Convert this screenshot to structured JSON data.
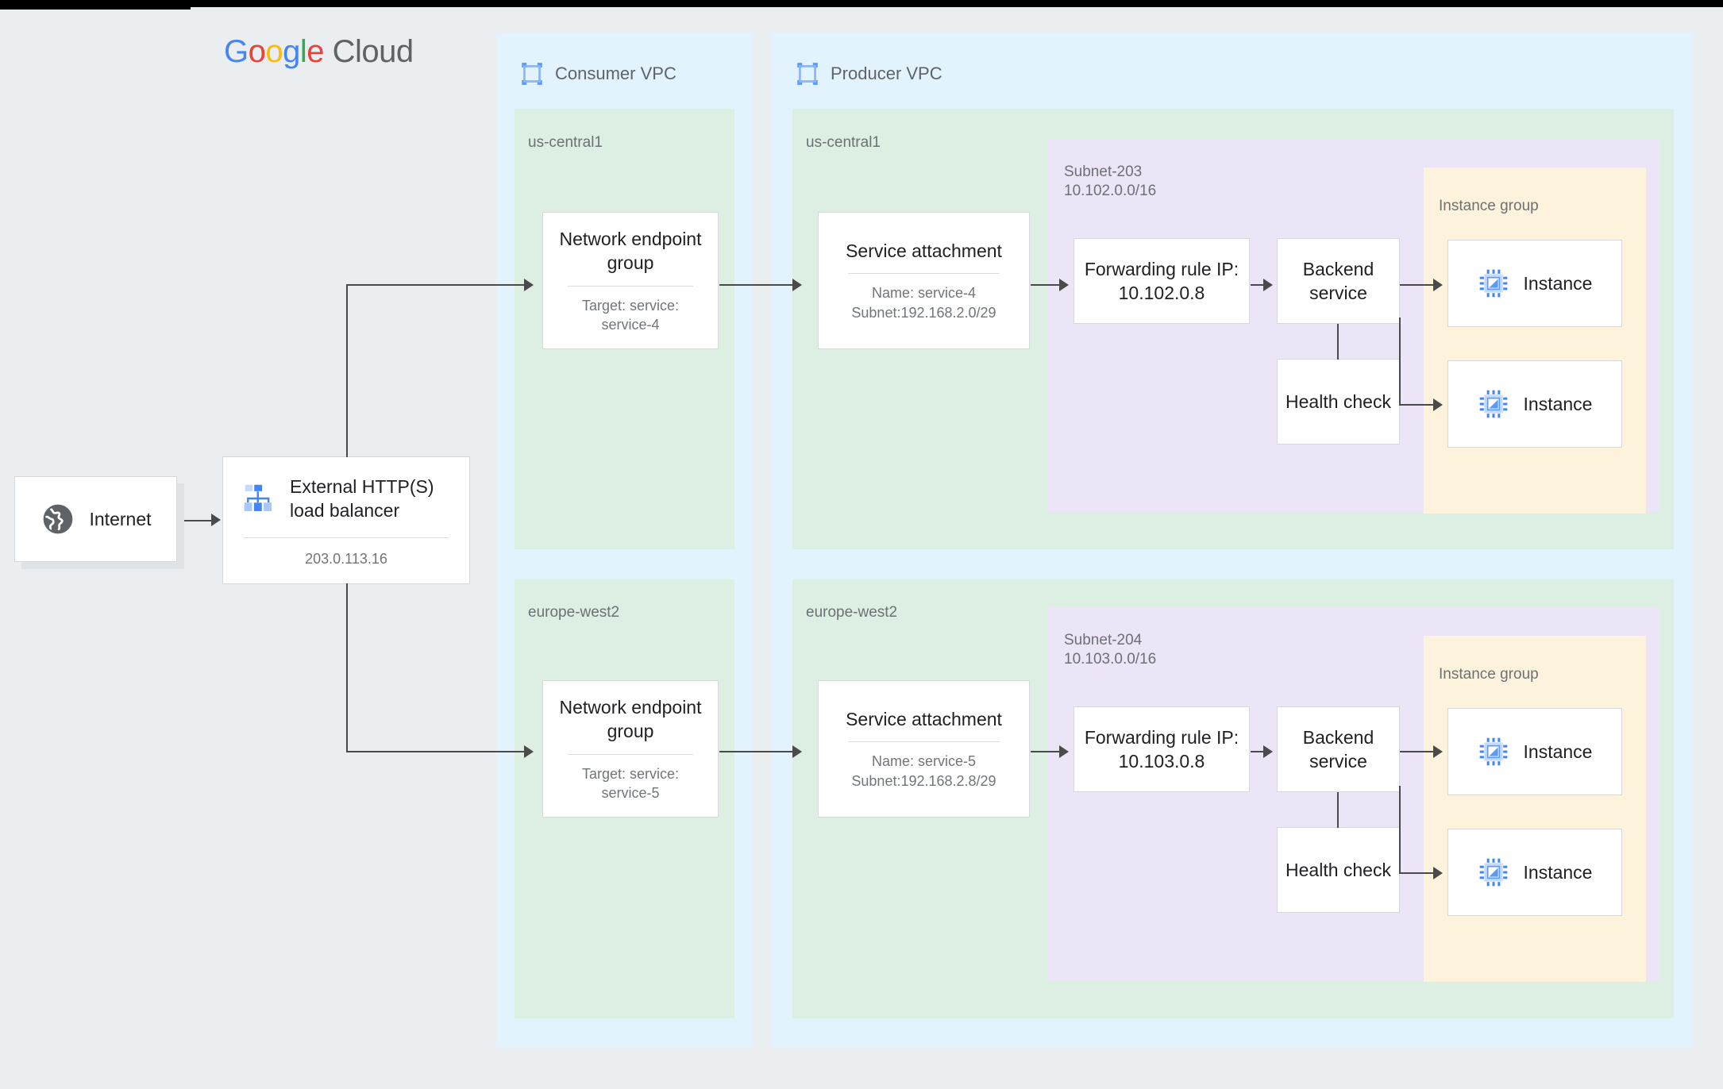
{
  "brand": {
    "google": [
      "G",
      "o",
      "o",
      "g",
      "l",
      "e"
    ],
    "cloud": "Cloud"
  },
  "internet": {
    "label": "Internet",
    "icon": "globe-icon"
  },
  "load_balancer": {
    "title": "External HTTP(S)\nload balancer",
    "ip": "203.0.113.16",
    "icon": "load-balancer-icon"
  },
  "consumer_vpc": {
    "title": "Consumer VPC",
    "icon": "vpc-icon",
    "regions": [
      {
        "name": "us-central1",
        "neg": {
          "title": "Network\nendpoint group",
          "detail": "Target: service:\nservice-4"
        }
      },
      {
        "name": "europe-west2",
        "neg": {
          "title": "Network\nendpoint group",
          "detail": "Target: service:\nservice-5"
        }
      }
    ]
  },
  "producer_vpc": {
    "title": "Producer VPC",
    "icon": "vpc-icon",
    "regions": [
      {
        "name": "us-central1",
        "service_attachment": {
          "title": "Service\nattachment",
          "detail": "Name: service-4\nSubnet:192.168.2.0/29"
        },
        "subnet": {
          "label": "Subnet-203\n10.102.0.0/16"
        },
        "forwarding_rule": {
          "title": "Forwarding rule\nIP: 10.102.0.8"
        },
        "backend_service": {
          "title": "Backend\nservice"
        },
        "health_check": {
          "title": "Health\ncheck"
        },
        "instance_group": {
          "label": "Instance group",
          "instances": [
            {
              "label": "Instance",
              "icon": "cpu-icon"
            },
            {
              "label": "Instance",
              "icon": "cpu-icon"
            }
          ]
        }
      },
      {
        "name": "europe-west2",
        "service_attachment": {
          "title": "Service\nattachment",
          "detail": "Name: service-5\nSubnet:192.168.2.8/29"
        },
        "subnet": {
          "label": "Subnet-204\n10.103.0.0/16"
        },
        "forwarding_rule": {
          "title": "Forwarding rule\nIP: 10.103.0.8"
        },
        "backend_service": {
          "title": "Backend\nservice"
        },
        "health_check": {
          "title": "Health\ncheck"
        },
        "instance_group": {
          "label": "Instance group",
          "instances": [
            {
              "label": "Instance",
              "icon": "cpu-icon"
            },
            {
              "label": "Instance",
              "icon": "cpu-icon"
            }
          ]
        }
      }
    ]
  },
  "colors": {
    "page_bg": "#eaeef0",
    "vpc_bg": "#e3f3fd",
    "region_bg": "#ddeee3",
    "subnet_bg": "#ece4f7",
    "instance_group_bg": "#fdf3dd",
    "card_bg": "#ffffff",
    "line": "#4a4a4a",
    "accent_blue": "#5b9bf8",
    "text_primary": "#202124",
    "text_secondary": "#70757a"
  }
}
